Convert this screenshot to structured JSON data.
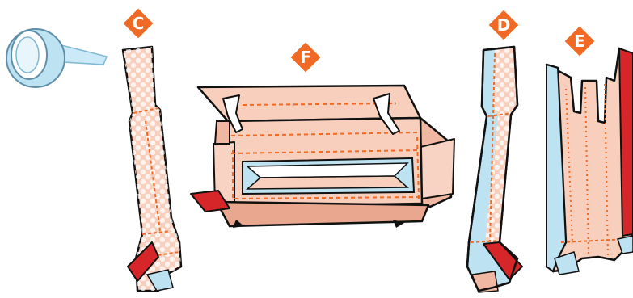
{
  "colors": {
    "badge": "#f06a25",
    "paper": "#f8cfbd",
    "paper_dark": "#e9a78f",
    "fold_line": "#f06a25",
    "dot": "#ffffff",
    "tape": "#bde3f2",
    "tape_edge": "#7fb7d3",
    "red": "#d7262a",
    "outline": "#111111"
  },
  "labels": {
    "c": "C",
    "d": "D",
    "e": "E",
    "f": "F"
  },
  "icons": [
    "tape-roll-icon"
  ]
}
